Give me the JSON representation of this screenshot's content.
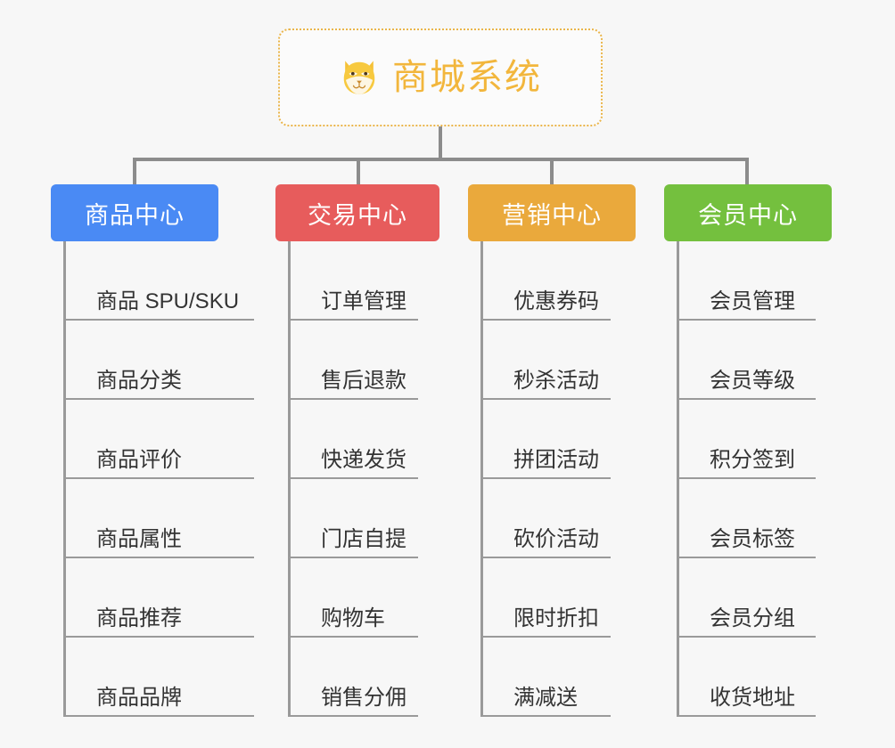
{
  "root": {
    "title": "商城系统",
    "icon": "shiba-dog-icon",
    "border_color": "#eab54a",
    "text_color": "#f2b63c"
  },
  "canvas": {
    "background": "#f7f7f7",
    "connector_color": "#8c8c8c",
    "leaf_line_color": "#9a9a9a",
    "leaf_text_color": "#333333"
  },
  "branches": [
    {
      "label": "商品中心",
      "color": "#4a8af4",
      "items": [
        "商品 SPU/SKU",
        "商品分类",
        "商品评价",
        "商品属性",
        "商品推荐",
        "商品品牌"
      ]
    },
    {
      "label": "交易中心",
      "color": "#e75c5c",
      "items": [
        "订单管理",
        "售后退款",
        "快递发货",
        "门店自提",
        "购物车",
        "销售分佣"
      ]
    },
    {
      "label": "营销中心",
      "color": "#eaa93c",
      "items": [
        "优惠券码",
        "秒杀活动",
        "拼团活动",
        "砍价活动",
        "限时折扣",
        "满减送"
      ]
    },
    {
      "label": "会员中心",
      "color": "#74c03e",
      "items": [
        "会员管理",
        "会员等级",
        "积分签到",
        "会员标签",
        "会员分组",
        "收货地址"
      ]
    }
  ]
}
